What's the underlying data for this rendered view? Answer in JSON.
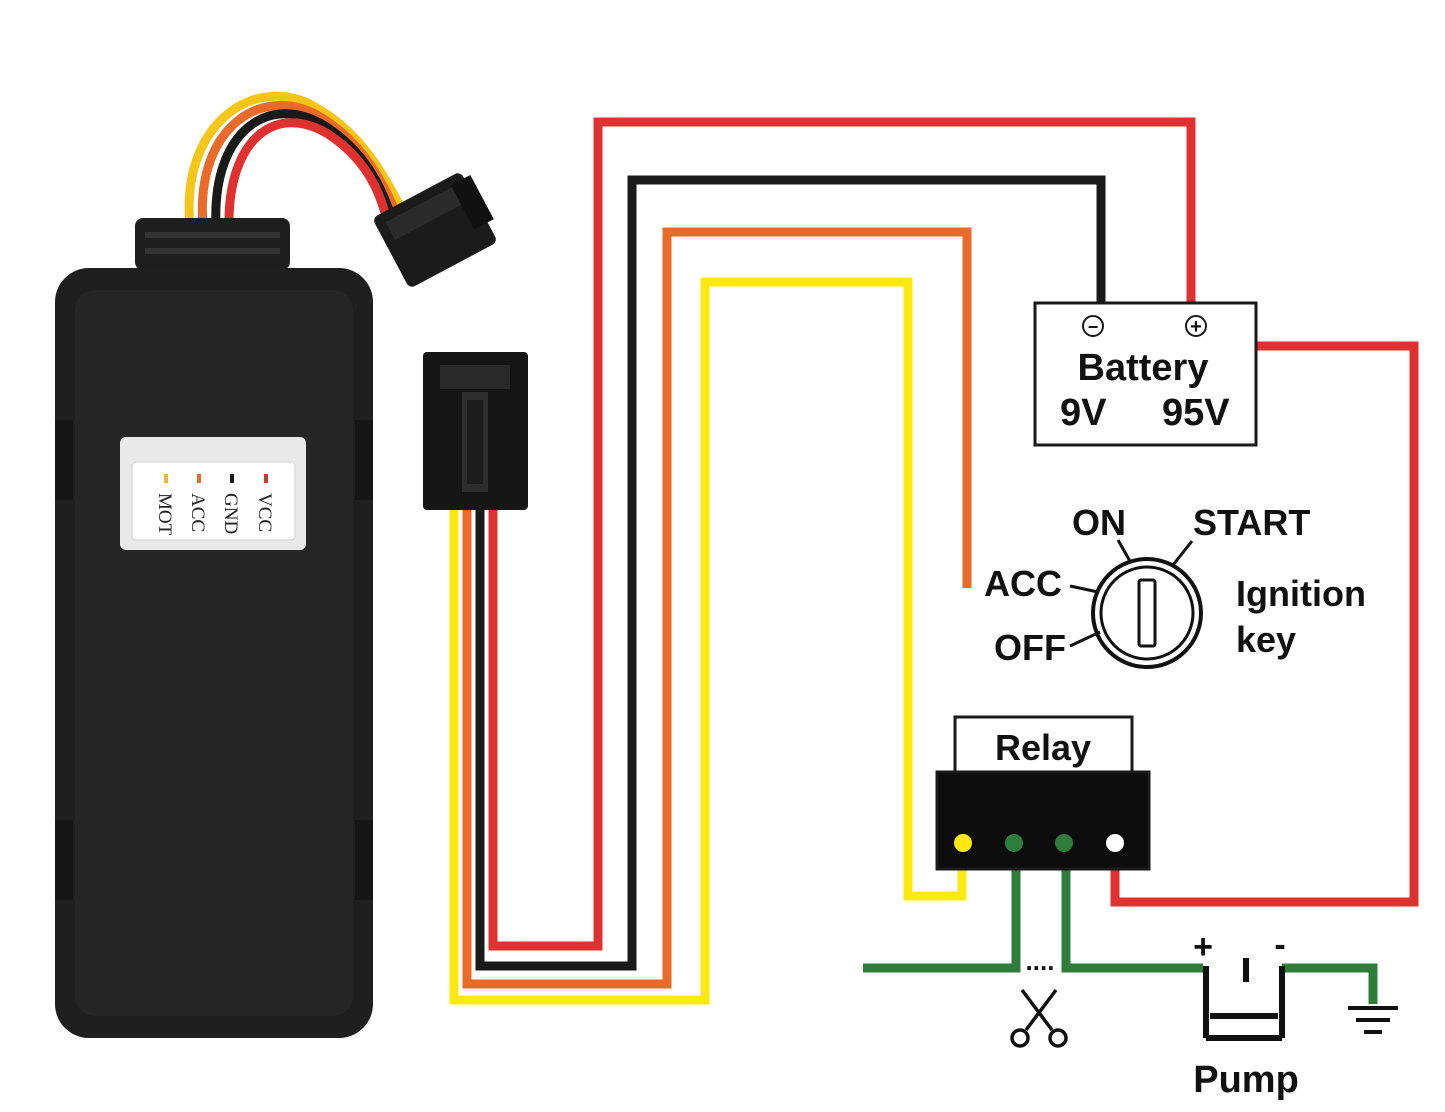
{
  "wire_colors": {
    "red": "#e03131",
    "black": "#1a1a1a",
    "orange": "#ea6a2a",
    "yellow": "#fde910",
    "green": "#2f7d3b"
  },
  "device": {
    "pins": [
      {
        "label": "VCC",
        "color": "#e03131"
      },
      {
        "label": "GND",
        "color": "#1a1a1a"
      },
      {
        "label": "ACC",
        "color": "#ea6a2a"
      },
      {
        "label": "MOT",
        "color": "#f0b82a"
      }
    ]
  },
  "battery": {
    "title": "Battery",
    "minus_symbol": "−",
    "plus_symbol": "+",
    "voltage_left": "9V",
    "voltage_right": "95V"
  },
  "ignition": {
    "positions": [
      "ACC",
      "OFF",
      "ON",
      "START"
    ],
    "label_line1": "Ignition",
    "label_line2": "key"
  },
  "relay": {
    "title": "Relay",
    "pin_colors": [
      "#fde910",
      "#2f7d3b",
      "#2f7d3b",
      "#ffffff"
    ]
  },
  "pump": {
    "label": "Pump",
    "plus": "+",
    "minus": "-"
  },
  "cut_marker": "....",
  "icons": [
    "scissors-icon",
    "ground-icon",
    "pump-icon",
    "ignition-key-icon"
  ]
}
